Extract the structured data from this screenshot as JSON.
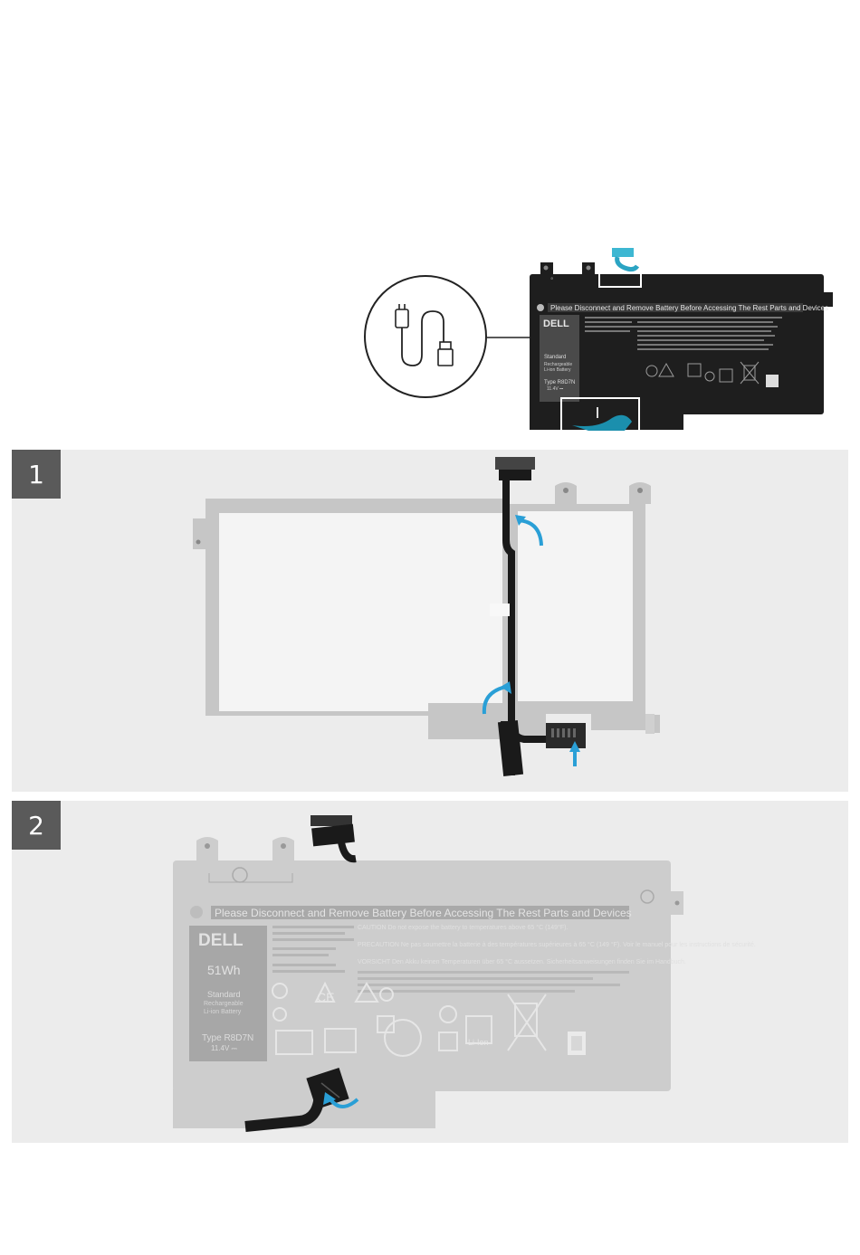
{
  "overview": {
    "icon": "cable-icon",
    "battery": {
      "warning_banner": "Please Disconnect and Remove Battery Before Accessing The Rest Parts and Devices",
      "brand": "DELL",
      "capacity": "51Wh",
      "standard": "Standard",
      "chem_line1": "Rechargeable",
      "chem_line2": "Li-ion Battery",
      "type": "Type R8D7N",
      "voltage": "11.4V ⎓",
      "caution": "CAUTION Do not expose the battery to temperatures above 65 °C (149°F).",
      "precaution": "PRECAUTION Ne pas soumettre la batterie à des températures supérieures à 65 °C (149 °F). Voir le manuel pour les instructions de sécurité.",
      "vorsicht": "VORSICHT Den Akku keinen Temperaturen über 65 °C aussetzen. Sicherheitsanweisungen finden Sie im Handbuch.",
      "liion": "Li-Ion"
    }
  },
  "steps": [
    {
      "number": "1"
    },
    {
      "number": "2"
    }
  ],
  "colors": {
    "accent_arrow": "#2a9fd6",
    "cable": "#1a1a1a",
    "panel_bg": "#ececec",
    "step_badge": "#5a5a5a"
  }
}
